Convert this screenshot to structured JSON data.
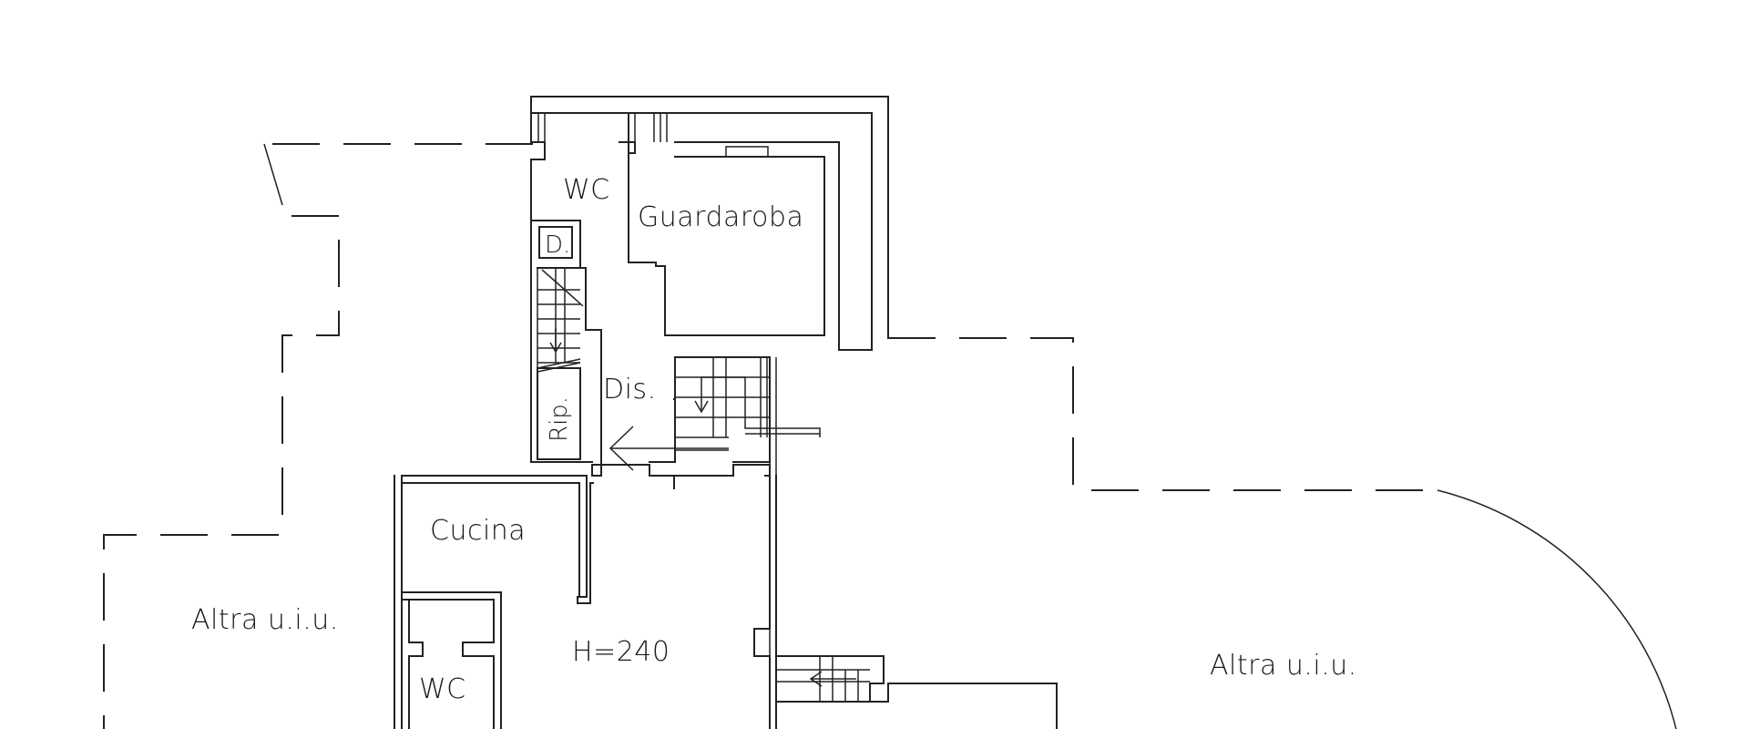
{
  "plan": {
    "rooms": {
      "wc_upper": "WC",
      "guardaroba": "Guardaroba",
      "doccia": "D.",
      "ripostiglio": "Rip.",
      "disimpegno": "Dis.",
      "cucina": "Cucina",
      "height": "H=240",
      "wc_lower": "WC",
      "other_unit_left": "Altra u.i.u.",
      "other_unit_right": "Altra u.i.u."
    }
  }
}
